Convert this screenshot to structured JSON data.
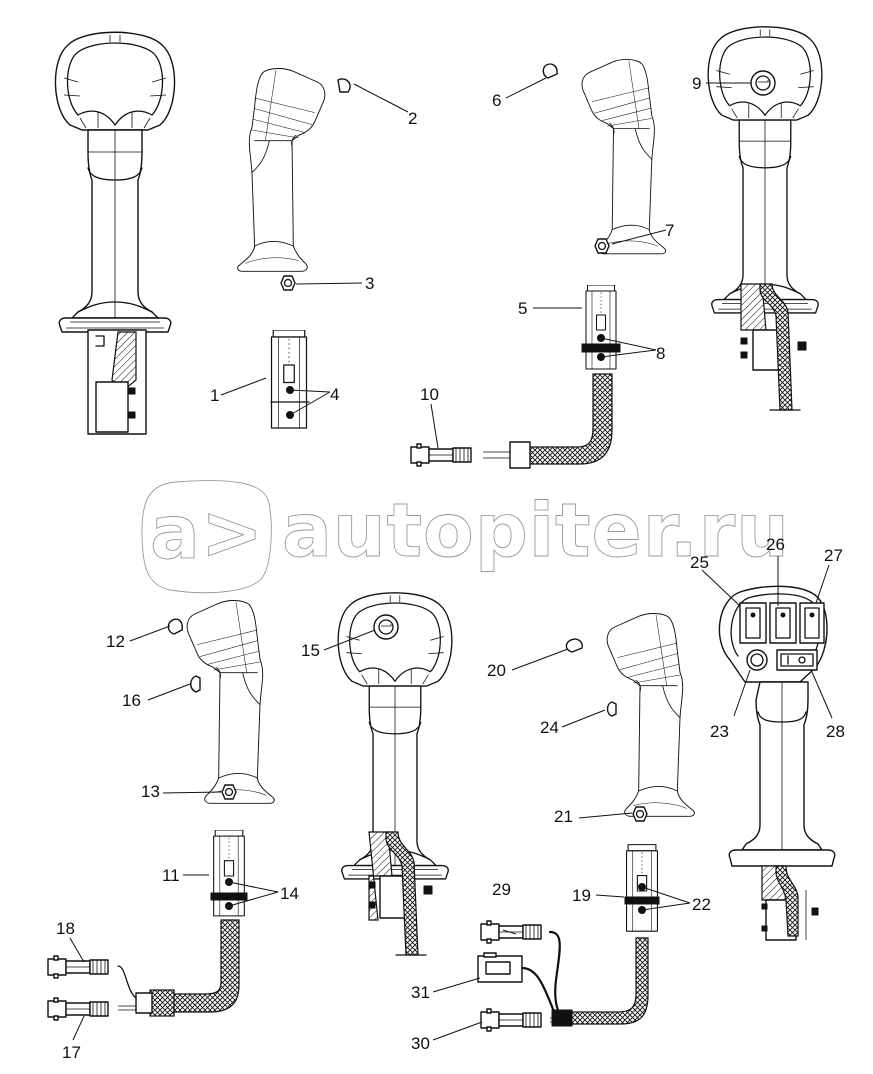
{
  "diagram": {
    "type": "exploded-parts-diagram",
    "subject": "joystick control handles",
    "views": [
      {
        "id": "view-a",
        "orientation": "front",
        "callouts": []
      },
      {
        "id": "view-b",
        "orientation": "side",
        "callouts": [
          "1",
          "2",
          "3",
          "4"
        ]
      },
      {
        "id": "view-c",
        "orientation": "side-with-harness",
        "callouts": [
          "5",
          "6",
          "7",
          "8",
          "10"
        ]
      },
      {
        "id": "view-d",
        "orientation": "front-with-horn-button",
        "callouts": [
          "9"
        ]
      },
      {
        "id": "view-e",
        "orientation": "side-with-dual-harness",
        "callouts": [
          "11",
          "12",
          "13",
          "14",
          "16",
          "17",
          "18"
        ]
      },
      {
        "id": "view-f",
        "orientation": "front-with-horn-button",
        "callouts": [
          "15"
        ]
      },
      {
        "id": "view-g",
        "orientation": "side-with-triple-harness",
        "callouts": [
          "19",
          "20",
          "21",
          "22",
          "24",
          "29",
          "30",
          "31"
        ]
      },
      {
        "id": "view-h",
        "orientation": "front-with-switch-panel",
        "callouts": [
          "23",
          "25",
          "26",
          "27",
          "28"
        ]
      }
    ],
    "callouts": {
      "c1": "1",
      "c2": "2",
      "c3": "3",
      "c4": "4",
      "c5": "5",
      "c6": "6",
      "c7": "7",
      "c8": "8",
      "c9": "9",
      "c10": "10",
      "c11": "11",
      "c12": "12",
      "c13": "13",
      "c14": "14",
      "c15": "15",
      "c16": "16",
      "c17": "17",
      "c18": "18",
      "c19": "19",
      "c20": "20",
      "c21": "21",
      "c22": "22",
      "c23": "23",
      "c24": "24",
      "c25": "25",
      "c26": "26",
      "c27": "27",
      "c28": "28",
      "c29": "29",
      "c30": "30",
      "c31": "31"
    }
  },
  "watermark": {
    "logo_text": "a>",
    "text": "autopiter.ru",
    "color": "#9a9a9a"
  },
  "colors": {
    "line": "#111111",
    "background": "#ffffff"
  }
}
